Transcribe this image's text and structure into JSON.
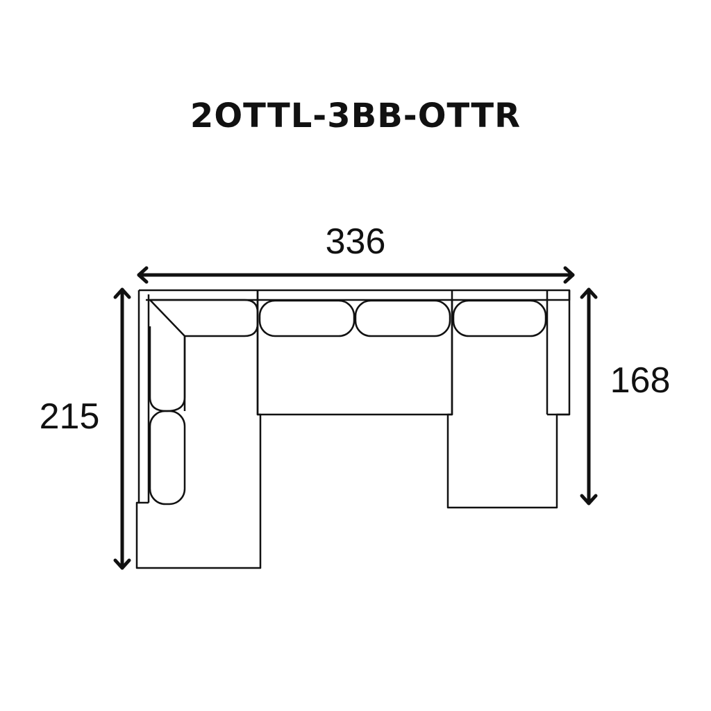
{
  "diagram": {
    "model_code": "2OTTL-3BB-OTTR",
    "dimensions": {
      "width": "336",
      "depth_left": "215",
      "depth_right": "168"
    }
  },
  "colors": {
    "ink": "#111111",
    "background": "#ffffff"
  }
}
